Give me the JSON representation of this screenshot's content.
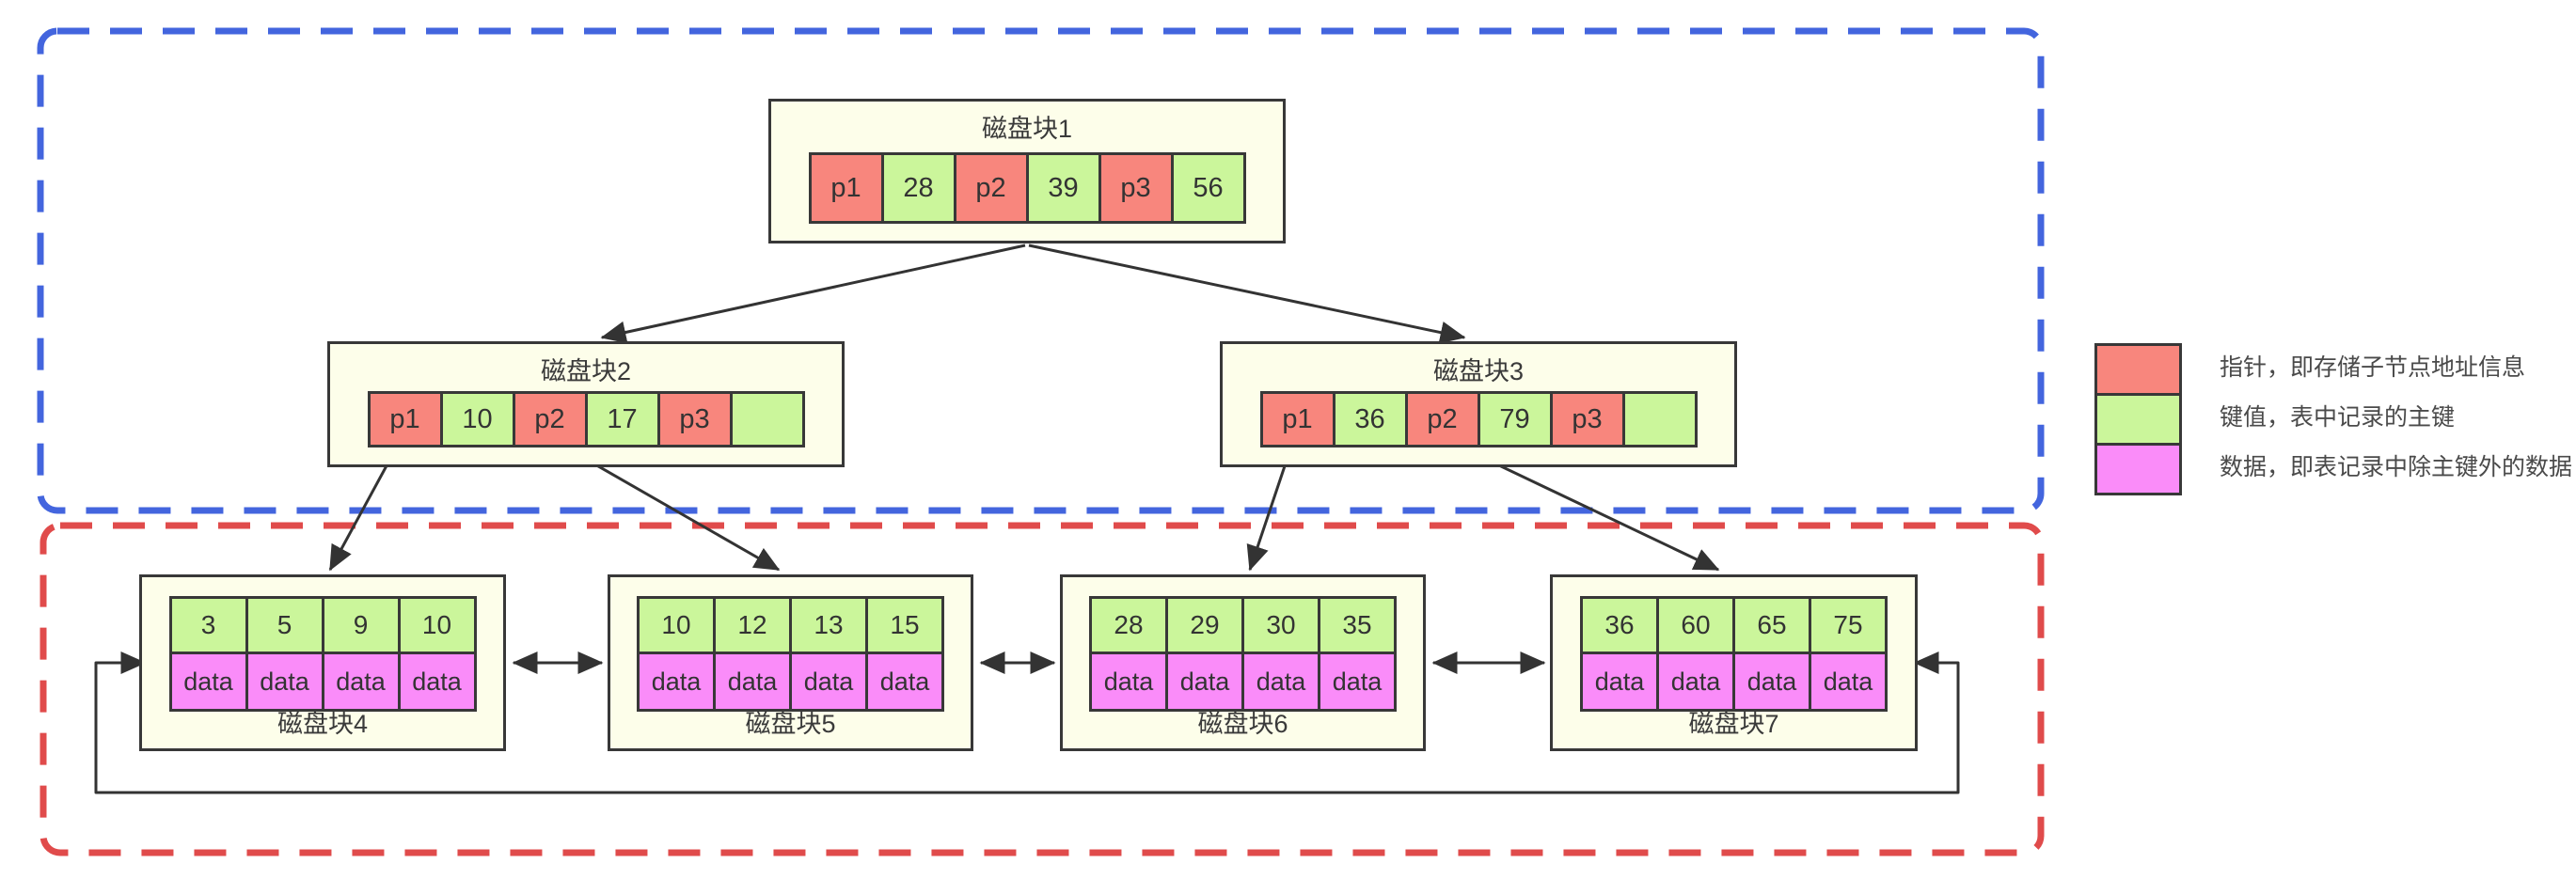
{
  "diagram_type": "B+ tree index on disk blocks",
  "colors": {
    "pointer_cell": "#F8867D",
    "key_cell": "#CBF69B",
    "data_cell": "#FA8CF9",
    "node_background": "#FDFEEA",
    "node_border": "#383838",
    "upper_region_outline": "#4365DE",
    "lower_region_outline": "#E04B4B",
    "edge_stroke": "#333333"
  },
  "internal_nodes": [
    {
      "title": "磁盘块1",
      "cells": [
        "p1",
        "28",
        "p2",
        "39",
        "p3",
        "56"
      ]
    },
    {
      "title": "磁盘块2",
      "cells": [
        "p1",
        "10",
        "p2",
        "17",
        "p3",
        ""
      ]
    },
    {
      "title": "磁盘块3",
      "cells": [
        "p1",
        "36",
        "p2",
        "79",
        "p3",
        ""
      ]
    }
  ],
  "leaf_nodes": [
    {
      "title": "磁盘块4",
      "keys": [
        "3",
        "5",
        "9",
        "10"
      ],
      "data": [
        "data",
        "data",
        "data",
        "data"
      ]
    },
    {
      "title": "磁盘块5",
      "keys": [
        "10",
        "12",
        "13",
        "15"
      ],
      "data": [
        "data",
        "data",
        "data",
        "data"
      ]
    },
    {
      "title": "磁盘块6",
      "keys": [
        "28",
        "29",
        "30",
        "35"
      ],
      "data": [
        "data",
        "data",
        "data",
        "data"
      ]
    },
    {
      "title": "磁盘块7",
      "keys": [
        "36",
        "60",
        "65",
        "75"
      ],
      "data": [
        "data",
        "data",
        "data",
        "data"
      ]
    }
  ],
  "legend": {
    "items": [
      {
        "swatch": "pointer",
        "color": "#F8867D",
        "label": "指针，即存储子节点地址信息"
      },
      {
        "swatch": "key",
        "color": "#CBF69B",
        "label": "键值，表中记录的主键"
      },
      {
        "swatch": "data",
        "color": "#FA8CF9",
        "label": "数据，即表记录中除主键外的数据"
      }
    ]
  }
}
